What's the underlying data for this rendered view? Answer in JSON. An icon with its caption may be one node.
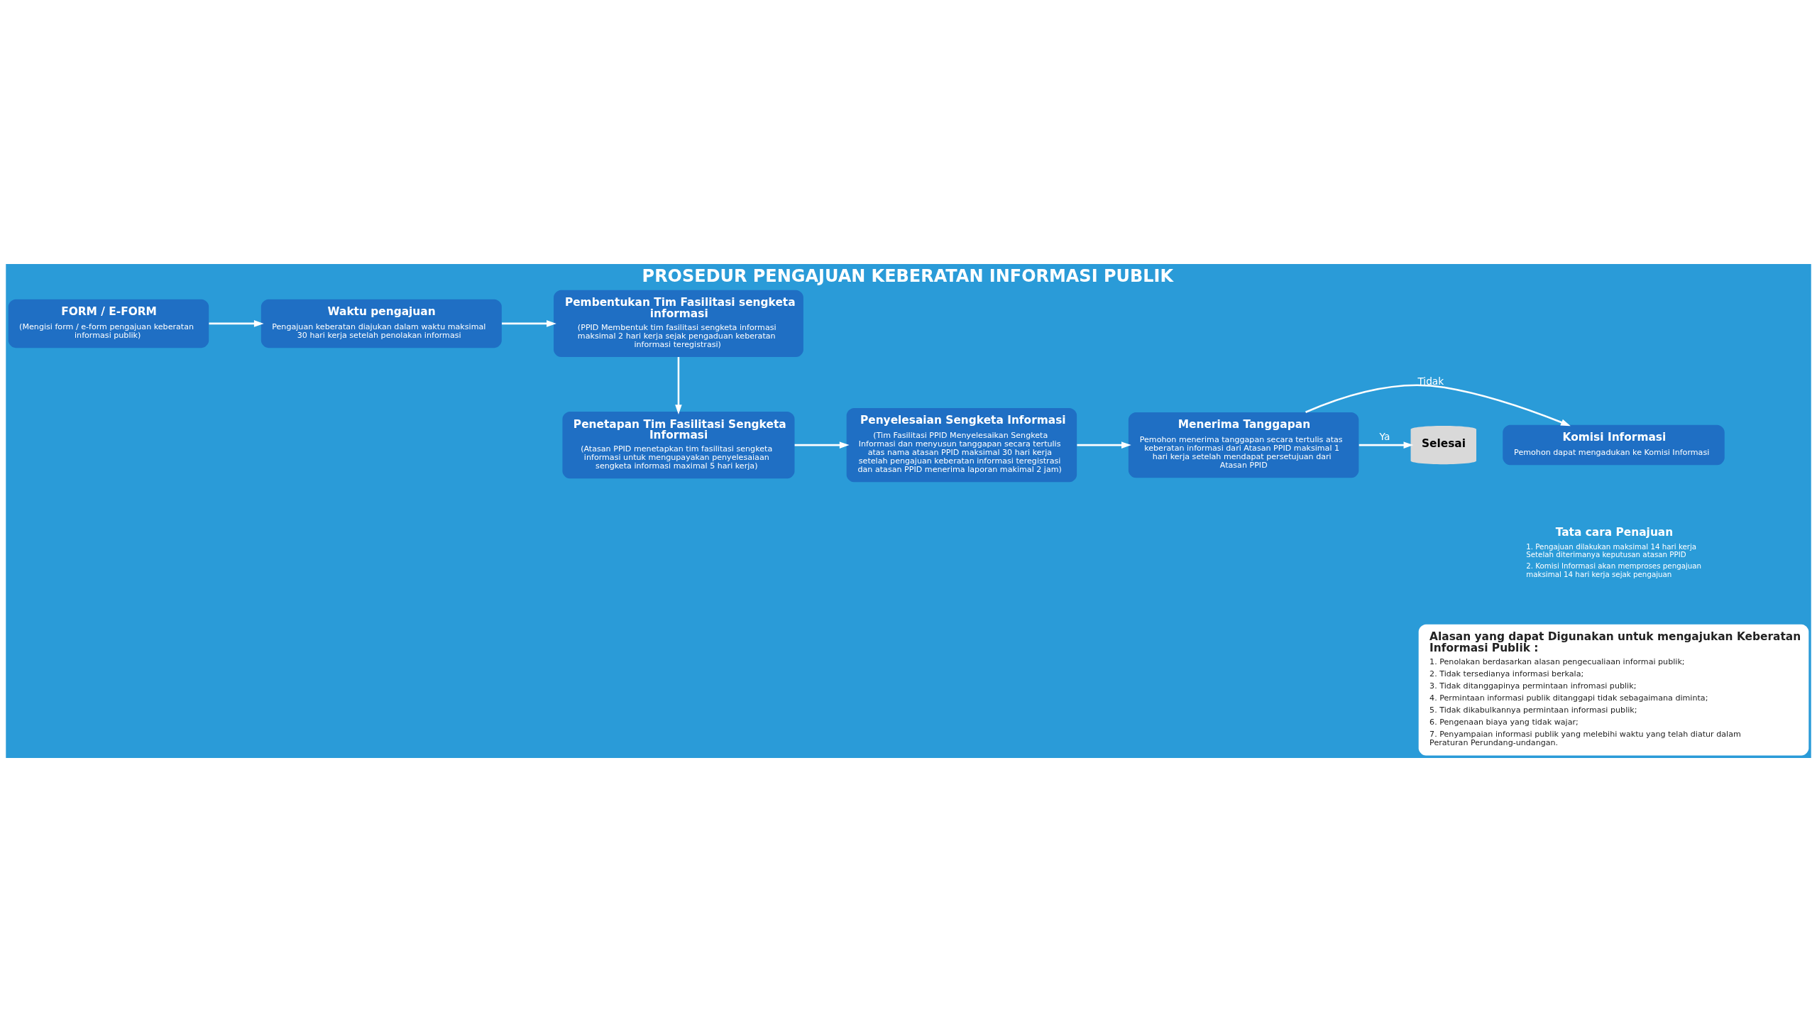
{
  "diagram": {
    "title": "PROSEDUR PENGAJUAN KEBERATAN INFORMASI PUBLIK",
    "nodes": [
      {
        "text": [
          "FORM / E-FORM",
          "(Mengisi form / e-form pengajuan keberatan informasi publik)"
        ]
      },
      {
        "text": [
          "Waktu pengajuan",
          "Pengajuan keberatan diajukan dalam waktu maksimal 30 hari kerja setelah penolakan informasi"
        ]
      },
      {
        "text": [
          "Pembentukan Tim Fasilitasi sengketa informasi",
          "(PPID Membentuk tim fasilitasi sengketa informasi maksimal 2 hari kerja sejak pengaduan keberatan informasi teregistrasi)"
        ]
      },
      {
        "text": [
          "Komisi Informasi",
          "Pemohon dapat mengadukan ke Komisi Informasi"
        ]
      },
      {
        "text": [
          "Menerima Tanggapan",
          "Pemohon menerima tanggapan secara tertulis atas keberatan informasi dari Atasan PPID maksimal 1 hari kerja setelah mendapat persetujuan dari Atasan PPID"
        ]
      },
      {
        "text": [
          "Selesai"
        ]
      },
      {
        "text": [
          "Penetapan Tim Fasilitasi Sengketa Informasi",
          "(Atasan PPID menetapkan tim fasilitasi sengketa informasi untuk mengupayakan penyelesaiaan sengketa informasi maximal 5 hari kerja)"
        ]
      },
      {
        "text": [
          "Penyelesaian Sengketa Informasi",
          "(Tim Fasilitasi PPID Menyelesaikan Sengketa Informasi dan menyusun tanggapan secara tertulis atas nama atasan PPID maksimal 30 hari kerja setelah pengajuan keberatan informasi teregistrasi dan atasan PPID menerima laporan makimal 2 jam)"
        ]
      },
      {
        "text": [
          "Alasan yang dapat Digunakan untuk mengajukan Keberatan Informasi Publik :",
          "1. Penolakan berdasarkan alasan pengecualiaan informai publik;",
          "2. Tidak tersedianya informasi berkala;",
          "3. Tidak ditanggapinya permintaan infromasi publik;",
          "4. Permintaan informasi publik ditanggapi tidak sebagaimana diminta;",
          "5. Tidak dikabulkannya permintaan informasi publik;",
          "6. Pengenaan biaya yang tidak wajar;",
          "7. Penyampaian informasi publik yang melebihi waktu yang telah diatur dalam Peraturan Perundang-undangan."
        ]
      }
    ],
    "edges": [
      {
        "from": 0,
        "to": 1,
        "arrow": "to"
      },
      {
        "from": 1,
        "to": 2,
        "arrow": "to"
      },
      {
        "from": 2,
        "to": 6,
        "arrow": "to"
      },
      {
        "from": 6,
        "to": 7,
        "arrow": "to"
      },
      {
        "from": 7,
        "to": 4,
        "arrow": "to"
      },
      {
        "from": 4,
        "to": 5,
        "arrow": "to",
        "label": "Ya"
      },
      {
        "from": 4,
        "to": 3,
        "arrow": "to",
        "label": "Tidak"
      }
    ],
    "labels": [
      "Tata cara Penajuan",
      "1. Pengajuan dilakukan maksimal 14 hari kerja Setelah diterimanya keputusan atasan PPID",
      "2. Komisi Informasi akan memproses pengajuan maksimal 14 hari kerja sejak pengajuan"
    ]
  }
}
